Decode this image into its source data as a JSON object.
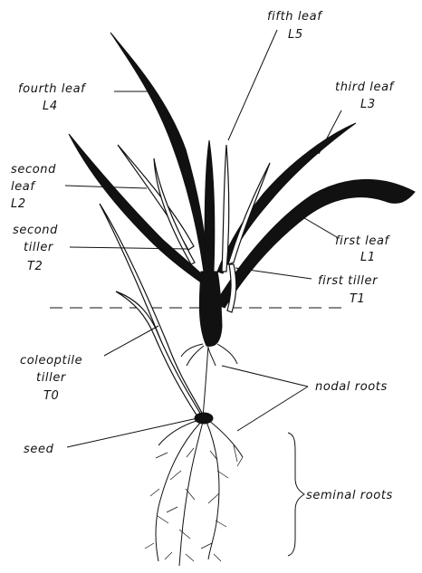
{
  "labels": {
    "fifth_leaf": "fifth leaf",
    "fifth_leaf_code": "L5",
    "fourth_leaf": "fourth leaf",
    "fourth_leaf_code": "L4",
    "third_leaf": "third leaf",
    "third_leaf_code": "L3",
    "second_leaf_1": "second",
    "second_leaf_2": "leaf",
    "second_leaf_code": "L2",
    "second_tiller_1": "second",
    "second_tiller_2": "tiller",
    "second_tiller_code": "T2",
    "first_leaf": "first leaf",
    "first_leaf_code": "L1",
    "first_tiller": "first tiller",
    "first_tiller_code": "T1",
    "coleoptile_tiller_1": "coleoptile",
    "coleoptile_tiller_2": "tiller",
    "coleoptile_tiller_code": "T0",
    "nodal_roots": "nodal roots",
    "seed": "seed",
    "seminal_roots": "seminal roots"
  },
  "colors": {
    "ink": "#111111",
    "background": "#ffffff"
  }
}
